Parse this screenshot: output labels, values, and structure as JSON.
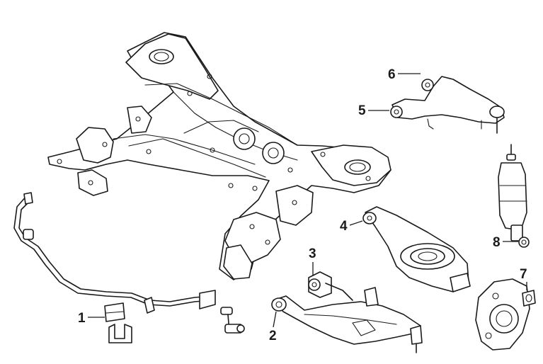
{
  "diagram": {
    "callouts": [
      {
        "id": "c1",
        "label": "1",
        "part": "stabilizer-bushing"
      },
      {
        "id": "c2",
        "label": "2",
        "part": "lower-control-arm"
      },
      {
        "id": "c3",
        "label": "3",
        "part": "lower-arm-bushing"
      },
      {
        "id": "c4",
        "label": "4",
        "part": "trailing-arm"
      },
      {
        "id": "c5",
        "label": "5",
        "part": "upper-arm-bushing"
      },
      {
        "id": "c6",
        "label": "6",
        "part": "upper-control-arm"
      },
      {
        "id": "c7",
        "label": "7",
        "part": "knuckle-bushing"
      },
      {
        "id": "c8",
        "label": "8",
        "part": "shock-absorber"
      }
    ]
  }
}
